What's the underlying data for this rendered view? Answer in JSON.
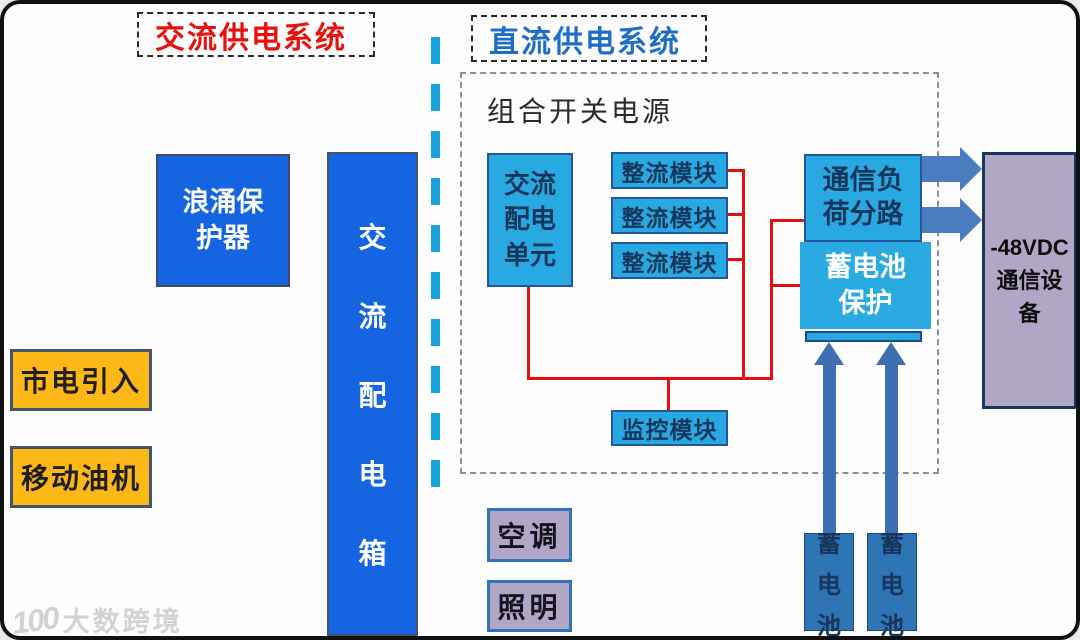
{
  "header": {
    "ac_system_label": "交流供电系统",
    "dc_system_label": "直流供电系统"
  },
  "left": {
    "surge_protector": {
      "line1": "浪涌保",
      "line2": "护器"
    },
    "mains_input": "市电引入",
    "mobile_generator": "移动油机"
  },
  "ac_distribution_box": {
    "chars": [
      "交",
      "流",
      "配",
      "电",
      "箱"
    ]
  },
  "switch_power": {
    "title": "组合开关电源",
    "ac_dist_unit": {
      "lines": [
        "交流",
        "配电",
        "单元"
      ]
    },
    "rectifier_modules": [
      "整流模块",
      "整流模块",
      "整流模块"
    ],
    "monitor_module": "监控模块",
    "comm_load": {
      "line1": "通信负",
      "line2": "荷分路"
    },
    "battery_protection": {
      "line1": "蓄电池",
      "line2": "保护"
    }
  },
  "right": {
    "dc_equipment": {
      "line1": "-48VDC",
      "line2": "通信设",
      "line3": "备"
    }
  },
  "bottom": {
    "air_conditioner": "空调",
    "lighting": "照明",
    "batteries": [
      {
        "chars": [
          "蓄",
          "电",
          "池"
        ]
      },
      {
        "chars": [
          "蓄",
          "电",
          "池"
        ]
      }
    ]
  },
  "watermark": {
    "logo": "100",
    "text": "大数跨境"
  },
  "colors": {
    "ac_label_red": "#e8110d",
    "dc_label_blue": "#1e6ec8",
    "primary_blue": "#1565e2",
    "cyan_box": "#29a9e1",
    "cyan_border": "#2456a0",
    "yellow_box": "#fcb817",
    "lavender_box": "#b2a6c7",
    "battery_blue": "#2e75b6",
    "arrow_blue": "#3e6fb3",
    "wire_red": "#e60f0f",
    "divider_cyan": "#17a2dd"
  }
}
